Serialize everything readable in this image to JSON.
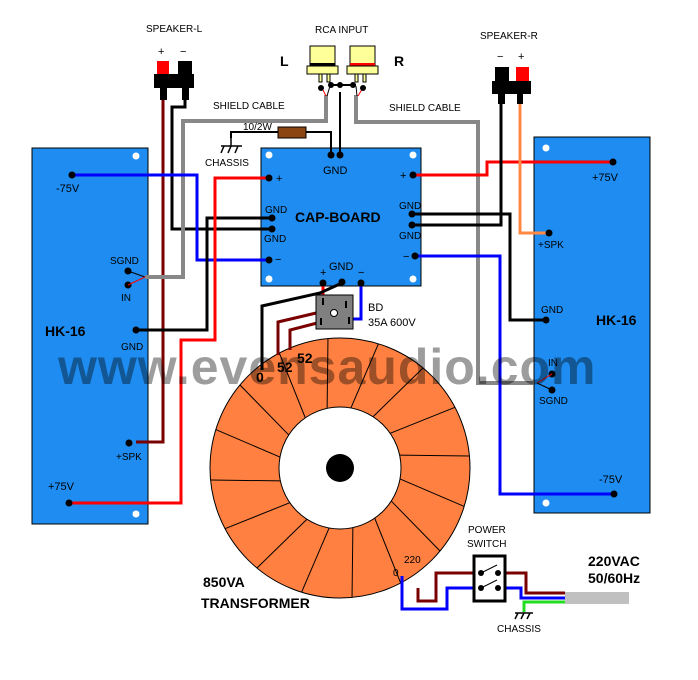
{
  "diagram": {
    "title": "Amplifier wiring diagram",
    "watermark": "www.evensaudio.com",
    "colors": {
      "board_blue": "#1e8cf0",
      "wire_red": "#ff0000",
      "wire_darkred": "#7a0000",
      "wire_black": "#000000",
      "wire_blue": "#0000ff",
      "wire_gray": "#888888",
      "wire_orange": "#ff8844",
      "wire_green": "#22dd22",
      "transformer_orange": "#ff8040",
      "rca_yellow": "#ffff99",
      "resistor_brown": "#8b4513",
      "bridge_gray": "#808080",
      "cord_gray": "#c0c0c0"
    },
    "speaker_l": {
      "title": "SPEAKER-L",
      "plus": "+",
      "minus": "−"
    },
    "speaker_r": {
      "title": "SPEAKER-R",
      "plus": "+",
      "minus": "−"
    },
    "rca": {
      "title": "RCA INPUT",
      "left": "L",
      "right": "R"
    },
    "shield_cable_left": "SHIELD CABLE",
    "shield_cable_right": "SHIELD CABLE",
    "resistor": "10/2W",
    "chassis_top": "CHASSIS",
    "cap_board": {
      "title": "CAP-BOARD",
      "gnd_top": "GND",
      "plus_left": "+",
      "plus_right": "+",
      "gnd_left_1": "GND",
      "gnd_left_2": "GND",
      "gnd_right_1": "GND",
      "gnd_right_2": "GND",
      "minus_left": "−",
      "minus_right": "−",
      "bottom_plus": "+",
      "bottom_gnd": "GND",
      "bottom_minus": "−"
    },
    "bridge": {
      "label": "BD",
      "rating": "35A 600V"
    },
    "hk_left": {
      "title": "HK-16",
      "neg_v": "-75V",
      "sgnd": "SGND",
      "in": "IN",
      "gnd": "GND",
      "spk": "+SPK",
      "pos_v": "+75V"
    },
    "hk_right": {
      "title": "HK-16",
      "pos_v": "+75V",
      "spk": "+SPK",
      "gnd": "GND",
      "in": "IN",
      "sgnd": "SGND",
      "neg_v": "-75V"
    },
    "transformer": {
      "power": "850VA",
      "label": "TRANSFORMER",
      "tap_0_top": "0",
      "tap_52_a": "52",
      "tap_52_b": "52",
      "tap_0_bottom": "0",
      "tap_220": "220"
    },
    "power_switch": {
      "line1": "POWER",
      "line2": "SWITCH"
    },
    "chassis_bottom": "CHASSIS",
    "mains": {
      "line1": "220VAC",
      "line2": "50/60Hz"
    }
  }
}
